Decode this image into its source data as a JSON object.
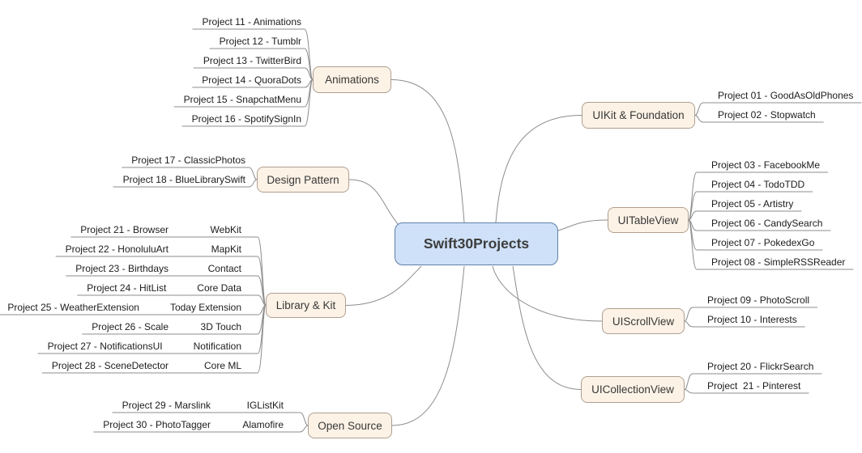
{
  "center": {
    "label": "Swift30Projects"
  },
  "branches": [
    {
      "label": "Animations",
      "leaves": [
        {
          "label": "Project 11 - Animations"
        },
        {
          "label": "Project 12 - Tumblr"
        },
        {
          "label": "Project 13 - TwitterBird"
        },
        {
          "label": "Project 14 - QuoraDots"
        },
        {
          "label": "Project 15 - SnapchatMenu"
        },
        {
          "label": "Project 16 - SpotifySignIn"
        }
      ]
    },
    {
      "label": "Design Pattern",
      "leaves": [
        {
          "label": "Project 17 - ClassicPhotos"
        },
        {
          "label": "Project 18 - BlueLibrarySwift"
        }
      ]
    },
    {
      "label": "Library & Kit",
      "leaves": [
        {
          "label": "Project 21 - Browser",
          "kit": "WebKit"
        },
        {
          "label": "Project 22 - HonoluluArt",
          "kit": "MapKit"
        },
        {
          "label": "Project 23 - Birthdays",
          "kit": "Contact"
        },
        {
          "label": "Project 24 - HitList",
          "kit": "Core Data"
        },
        {
          "label": "Project 25 - WeatherExtension",
          "kit": "Today Extension"
        },
        {
          "label": "Project 26 - Scale",
          "kit": "3D Touch"
        },
        {
          "label": "Project 27 - NotificationsUI",
          "kit": "Notification"
        },
        {
          "label": "Project 28 - SceneDetector",
          "kit": "Core ML"
        }
      ]
    },
    {
      "label": "Open Source",
      "leaves": [
        {
          "label": "Project 29 - Marslink",
          "kit": "IGListKit"
        },
        {
          "label": "Project 30 - PhotoTagger",
          "kit": "Alamofire"
        }
      ]
    },
    {
      "label": "UIKit & Foundation",
      "leaves": [
        {
          "label": "Project 01 - GoodAsOldPhones"
        },
        {
          "label": "Project 02 - Stopwatch"
        }
      ]
    },
    {
      "label": "UITableView",
      "leaves": [
        {
          "label": "Project 03 - FacebookMe"
        },
        {
          "label": "Project 04 - TodoTDD"
        },
        {
          "label": "Project 05 - Artistry"
        },
        {
          "label": "Project 06 - CandySearch"
        },
        {
          "label": "Project 07 - PokedexGo"
        },
        {
          "label": "Project 08 - SimpleRSSReader"
        }
      ]
    },
    {
      "label": "UIScrollView",
      "leaves": [
        {
          "label": "Project 09 - PhotoScroll"
        },
        {
          "label": "Project 10 - Interests"
        }
      ]
    },
    {
      "label": "UICollectionView",
      "leaves": [
        {
          "label": "Project 20 - FlickrSearch"
        },
        {
          "label": "Project  21 - Pinterest"
        }
      ]
    }
  ],
  "colors": {
    "center_fill": "#cfe1f8",
    "center_border": "#5f7fa8",
    "branch_fill": "#fcf2e6",
    "branch_border": "#b09f90",
    "line": "#8c8c8c",
    "leaf_text": "#1c1c1c",
    "node_text": "#383838"
  }
}
